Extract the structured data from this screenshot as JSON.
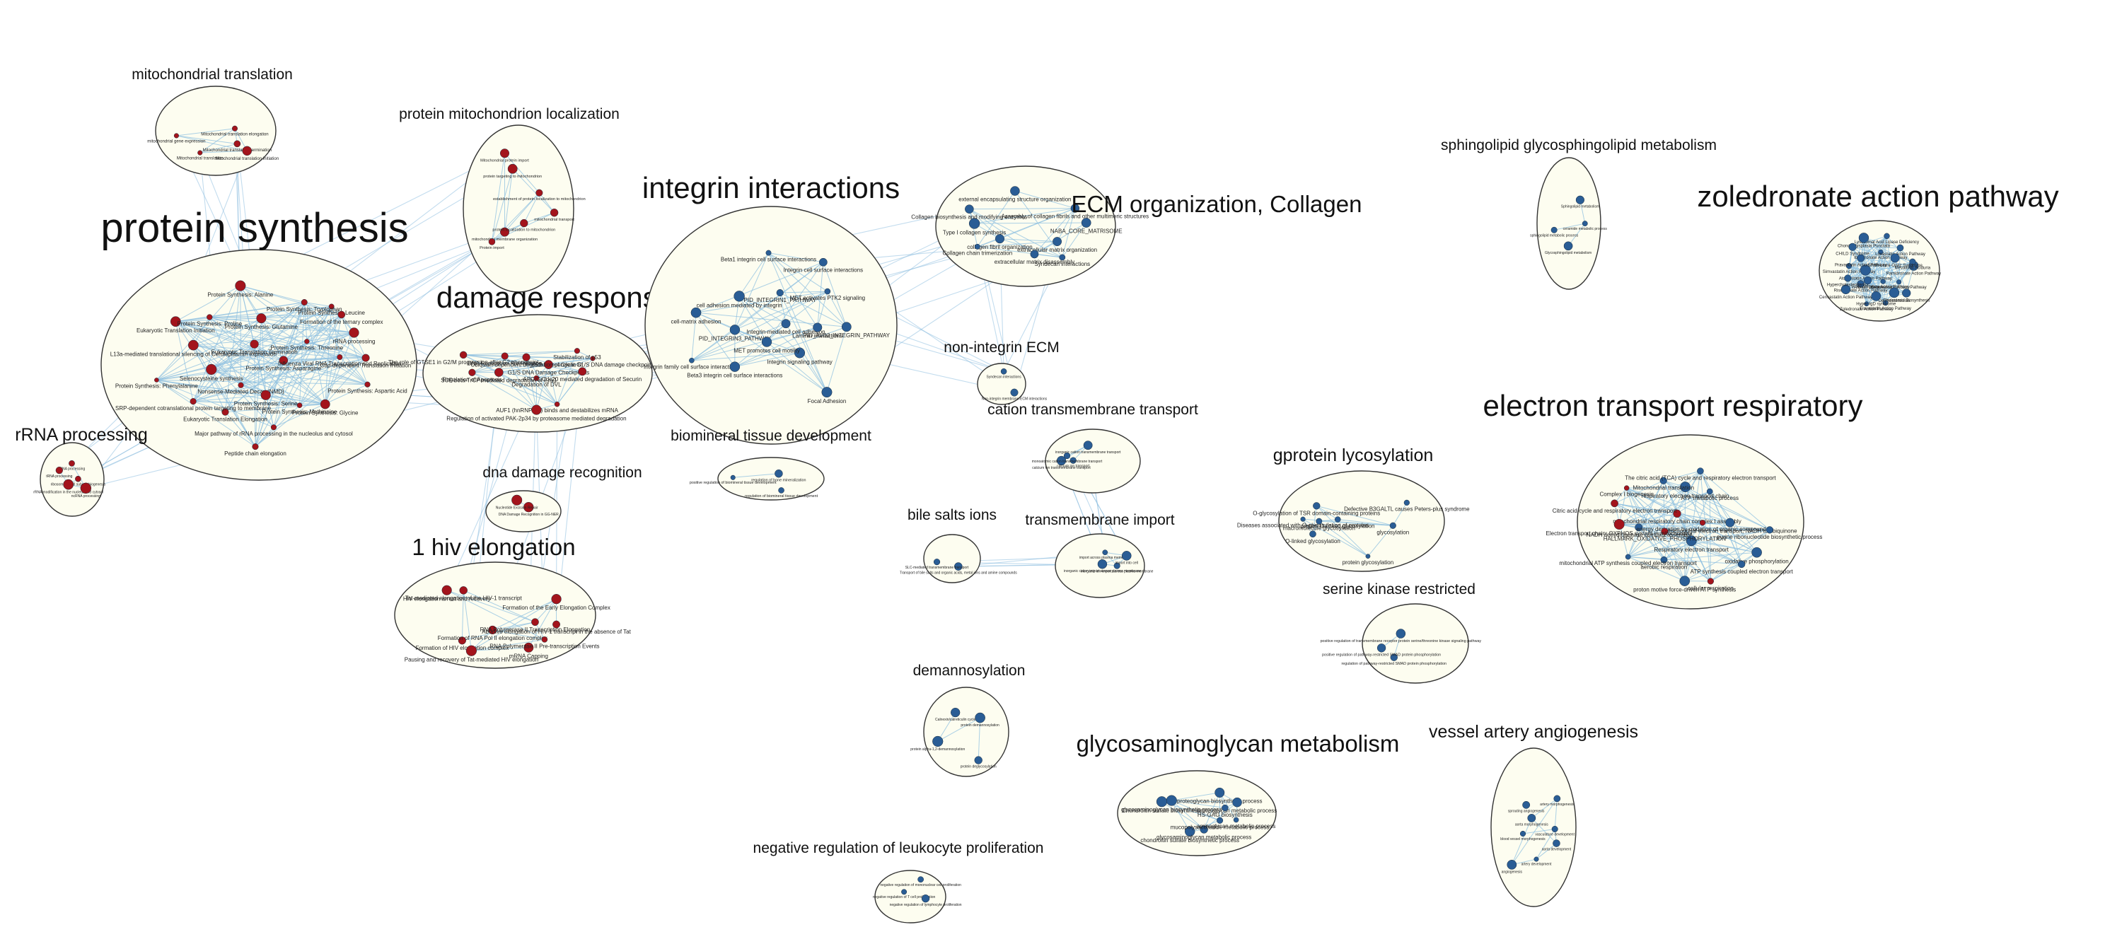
{
  "colors": {
    "bubble_fill": "#fdfdf0",
    "bubble_stroke": "#333333",
    "edge": "#8fc0e0",
    "node_red": "#a3141c",
    "node_blue": "#2a5d95"
  },
  "clusters": [
    {
      "id": "mitochondrial-translation",
      "title": "mitochondrial translation",
      "title_size": "small",
      "node_color": "red",
      "nodes": [
        "Mitochondrial translation termination",
        "Mitochondrial translation",
        "Mitochondrial translation initiation",
        "Mitochondrial translation elongation",
        "mitochondrial gene expression"
      ]
    },
    {
      "id": "protein-mitochondrion-localization",
      "title": "protein mitochondrion localization",
      "title_size": "small",
      "node_color": "red",
      "nodes": [
        "mitochondrial membrane organization",
        "mitochondrial transport",
        "protein localization to mitochondrion",
        "Mitochondrial protein import",
        "establishment of protein localization to mitochondrion",
        "protein targeting to mitochondrion",
        "Protein import"
      ]
    },
    {
      "id": "protein-synthesis",
      "title": "protein synthesis",
      "title_size": "xlarge",
      "node_color": "red",
      "nodes": [
        "Nonsense-Mediated Decay (NMD)",
        "Protein Synthesis: Alanine",
        "Protein Synthesis: Asparagine",
        "Protein Synthesis: Glutamine",
        "Protein Synthesis: Phenylalanine",
        "Protein Synthesis: Serine",
        "Peptide chain elongation",
        "Eukaryotic Translation Elongation",
        "Eukaryotic Translation Termination",
        "Protein Synthesis: Leucine",
        "L13a-mediated translational silencing of Ceruloplasmin expression",
        "Major pathway of rRNA processing in the nucleolus and cytosol",
        "Eukaryotic Translation Initiation",
        "Cap-dependent Translation Initiation",
        "rRNA processing",
        "SRP-dependent cotranslational protein targeting to membrane",
        "Protein Synthesis: Threonine",
        "Protein Synthesis: Tryptophan",
        "Protein Synthesis: Glycine",
        "Protein Synthesis: Methionine",
        "Protein Synthesis: Aspartic Acid",
        "Protein Synthesis: Proline",
        "Formation of the ternary complex",
        "Influenza Viral RNA Transcription and Replication",
        "Selenocysteine synthesis"
      ]
    },
    {
      "id": "damage-response",
      "title": "damage response",
      "title_size": "large",
      "node_color": "red",
      "nodes": [
        "AUF1 (hnRNP D0) binds and destabilizes mRNA",
        "p53-Independent G1/S DNA damage checkpoint",
        "G1/S DNA Damage Checkpoints",
        "Regulation of activated PAK-2p34 by proteasome mediated degradation",
        "Ubiquitin-dependent degradation of Cyclin D",
        "SCF-beta-TrCP mediated degradation of Emi1",
        "Degradation of DVL",
        "DNA Replication Pre-Initiation",
        "Stabilization of p53",
        "APC/C:Cdc20 mediated degradation of Securin",
        "Regulation of Apoptosis",
        "The role of GTSE1 in G2/M progression after G2 checkpoint"
      ]
    },
    {
      "id": "rrna-processing",
      "title": "rRNA processing",
      "title_size": "medium",
      "node_color": "red",
      "nodes": [
        "ribosomal small subunit biogenesis",
        "rRNA modification in the nucleus and cytosol",
        "rRNA processing",
        "ncRNA processing",
        "tRNA processing"
      ]
    },
    {
      "id": "dna-damage-recognition",
      "title": "dna damage recognition",
      "title_size": "small",
      "node_color": "red",
      "nodes": [
        "DNA Damage Recognition in GG-NER",
        "Nucleotide Excision Repair"
      ]
    },
    {
      "id": "hiv-elongation",
      "title": "1 hiv elongation",
      "title_size": "medium-large",
      "node_color": "red",
      "nodes": [
        "Formation of the Early Elongation Complex",
        "Formation of HIV elongation complex",
        "Tat-mediated elongation of the HIV-1 transcript",
        "Formation of RNA Pol II elongation complex",
        "RNA Polymerase II Transcription Elongation",
        "Pausing and recovery of Tat-mediated HIV elongation",
        "HIV elongation arrest and recovery",
        "Abortive elongation of HIV-1 transcript in the absence of Tat",
        "mRNA Capping",
        "RNA Polymerase II Pre-transcription Events"
      ]
    },
    {
      "id": "integrin-interactions",
      "title": "integrin interactions",
      "title_size": "large",
      "node_color": "blue",
      "nodes": [
        "PID_AVB3_INTEGRIN_PATHWAY",
        "Integrin cell surface interactions",
        "PID_INTEGRIN1_PATHWAY",
        "PID_INTEGRIN3_PATHWAY",
        "Beta1 integrin cell surface interactions",
        "Integrin signaling pathway",
        "Focal Adhesion",
        "Integrin family cell surface interactions",
        "Beta3 integrin cell surface interactions",
        "MET activates PTK2 signaling",
        "Integrin-mediated cell adhesion",
        "cell adhesion mediated by integrin",
        "Laminin interactions",
        "cell-matrix adhesion",
        "MET promotes cell motility"
      ]
    },
    {
      "id": "ecm-organization-collagen",
      "title": "ECM organization, Collagen",
      "title_size": "medium-large",
      "node_color": "blue",
      "nodes": [
        "collagen fibril organization",
        "Type I collagen synthesis",
        "Collagen biosynthesis and modifying enzymes",
        "extracellular matrix organization",
        "Syndecan interactions",
        "external encapsulating structure organization",
        "Assembly of collagen fibrils and other multimeric structures",
        "NABA_CORE_MATRISOME",
        "extracellular matrix disassembly",
        "Collagen chain trimerization"
      ]
    },
    {
      "id": "non-integrin-ecm",
      "title": "non-integrin ECM",
      "title_size": "small",
      "node_color": "blue",
      "nodes": [
        "Syndecan interactions",
        "Non-integrin membrane-ECM interactions"
      ]
    },
    {
      "id": "biomineral-tissue-development",
      "title": "biomineral tissue development",
      "title_size": "small",
      "node_color": "blue",
      "nodes": [
        "positive regulation of biomineral tissue development",
        "regulation of biomineral tissue development",
        "regulation of bone mineralization"
      ]
    },
    {
      "id": "cation-transmembrane-transport",
      "title": "cation transmembrane transport",
      "title_size": "small",
      "node_color": "blue",
      "nodes": [
        "calcium ion transmembrane transport",
        "calcium ion transport",
        "inorganic cation transmembrane transport",
        "monoatomic cation transmembrane transport"
      ]
    },
    {
      "id": "bile-salts-ions",
      "title": "bile salts ions",
      "title_size": "small",
      "node_color": "blue",
      "nodes": [
        "Transport of bile salts and organic acids, metal ions and amine compounds",
        "SLC-mediated transmembrane transport"
      ]
    },
    {
      "id": "transmembrane-import",
      "title": "transmembrane import",
      "title_size": "small",
      "node_color": "blue",
      "nodes": [
        "inorganic cation import across plasma membrane",
        "inorganic ion import across plasma membrane",
        "import across plasma membrane",
        "import into cell"
      ]
    },
    {
      "id": "demannosylation",
      "title": "demannosylation",
      "title_size": "small",
      "node_color": "blue",
      "nodes": [
        "protein demannosylation",
        "protein alpha-1,2-demannosylation",
        "Calnexin/calreticulin cycle",
        "protein deglycosylation"
      ]
    },
    {
      "id": "negative-regulation-leukocyte-proliferation",
      "title": "negative regulation of leukocyte proliferation",
      "title_size": "small",
      "node_color": "blue",
      "nodes": [
        "negative regulation of mononuclear cell proliferation",
        "negative regulation of T cell proliferation",
        "negative regulation of lymphocyte proliferation"
      ]
    },
    {
      "id": "glycosaminoglycan-metabolism",
      "title": "glycosaminoglycan metabolism",
      "title_size": "medium-large",
      "node_color": "blue",
      "nodes": [
        "proteoglycan biosynthetic process",
        "chondroitin sulfate biosynthetic process",
        "glycosaminoglycan biosynthetic process",
        "proteoglycan metabolic process",
        "glycosaminoglycan metabolic process",
        "aminoglycan metabolic process",
        "HS-GAG biosynthesis",
        "Chondroitin sulfate biosynthesis",
        "mucopolysaccharide metabolic process"
      ]
    },
    {
      "id": "sphingolipid-metabolism",
      "title": "sphingolipid glycosphingolipid metabolism",
      "title_size": "small",
      "node_color": "blue",
      "nodes": [
        "Glycosphingolipid metabolism",
        "Sphingolipid metabolism",
        "sphingolipid metabolic process",
        "ceramide metabolic process"
      ]
    },
    {
      "id": "zoledronate-action-pathway",
      "title": "zoledronate action pathway",
      "title_size": "large",
      "node_color": "blue",
      "nodes": [
        "Zoledronate Action Pathway",
        "Alendronate Action Pathway",
        "Risedronate Action Pathway",
        "Ibandronate Action Pathway",
        "Pamidronate Action Pathway",
        "Cholesterol Biosynthesis",
        "Lovastatin Action Pathway",
        "Simvastatin Action Pathway",
        "Atorvastatin Action Pathway",
        "Fluvastatin Action Pathway",
        "Rosuvastatin Action Pathway",
        "Pravastatin Action Pathway",
        "Cerivastatin Action Pathway",
        "Mevalonic Aciduria",
        "Hypercholesterolemia",
        "Smith-Lemli-Opitz Syndrome",
        "Lysosomal Acid Lipase Deficiency",
        "Wolman Disease",
        "Desmosterolosis",
        "Chondrodysplasia Punctata",
        "CHILD Syndrome",
        "Hyper-IgD syndrome"
      ]
    },
    {
      "id": "electron-transport-respiratory",
      "title": "electron transport respiratory",
      "title_size": "large",
      "node_color": "mixed",
      "nodes": [
        "mitochondrial respiratory chain complex I assembly",
        "NADH dehydrogenase complex assembly",
        "aerobic respiration",
        "Complex I biogenesis",
        "mitochondrial electron transport, NADH to ubiquinone",
        "oxidative phosphorylation",
        "cellular respiration",
        "respiratory electron transport chain",
        "Respiratory electron transport",
        "Citric acid cycle and respiratory electron transport",
        "ATP synthesis coupled electron transport",
        "mitochondrial ATP synthesis coupled electron transport",
        "energy derivation by oxidation of organic compounds",
        "purine ribonucleotide biosynthetic process",
        "ATP metabolic process",
        "HALLMARK_OXIDATIVE_PHOSPHORYLATION",
        "Mitochondrial translation",
        "The citric acid (TCA) cycle and respiratory electron transport",
        "Electron transport chain: OXPHOS system in mitochondria",
        "proton motive force-driven ATP synthesis"
      ]
    },
    {
      "id": "gprotein-lycosylation",
      "title": "gprotein lycosylation",
      "title_size": "medium",
      "node_color": "blue",
      "nodes": [
        "glycosylation",
        "Diseases associated with O-glycosylation of proteins",
        "O-linked glycosylation",
        "Defective B3GALTL causes Peters-plus syndrome",
        "protein O-linked glycosylation",
        "macromolecule glycosylation",
        "O-glycosylation of TSR domain-containing proteins",
        "protein glycosylation"
      ]
    },
    {
      "id": "serine-kinase-restricted",
      "title": "serine kinase restricted",
      "title_size": "small",
      "node_color": "blue",
      "nodes": [
        "regulation of pathway-restricted SMAD protein phosphorylation",
        "positive regulation of pathway-restricted SMAD protein phosphorylation",
        "positive regulation of transmembrane receptor protein serine/threonine kinase signaling pathway"
      ]
    },
    {
      "id": "vessel-artery-angiogenesis",
      "title": "vessel artery angiogenesis",
      "title_size": "medium",
      "node_color": "blue",
      "nodes": [
        "artery morphogenesis",
        "aorta development",
        "artery development",
        "blood vessel morphogenesis",
        "angiogenesis",
        "vasculature development",
        "sprouting angiogenesis",
        "aorta morphogenesis"
      ]
    }
  ],
  "links": [
    [
      "protein-synthesis",
      "damage-response"
    ],
    [
      "protein-synthesis",
      "rrna-processing"
    ],
    [
      "protein-synthesis",
      "mitochondrial-translation"
    ],
    [
      "protein-synthesis",
      "protein-mitochondrion-localization"
    ],
    [
      "damage-response",
      "integrin-interactions"
    ],
    [
      "integrin-interactions",
      "ecm-organization-collagen"
    ],
    [
      "integrin-interactions",
      "non-integrin-ecm"
    ],
    [
      "ecm-organization-collagen",
      "non-integrin-ecm"
    ],
    [
      "cation-transmembrane-transport",
      "transmembrane-import"
    ],
    [
      "bile-salts-ions",
      "transmembrane-import"
    ],
    [
      "damage-response",
      "hiv-elongation"
    ]
  ]
}
